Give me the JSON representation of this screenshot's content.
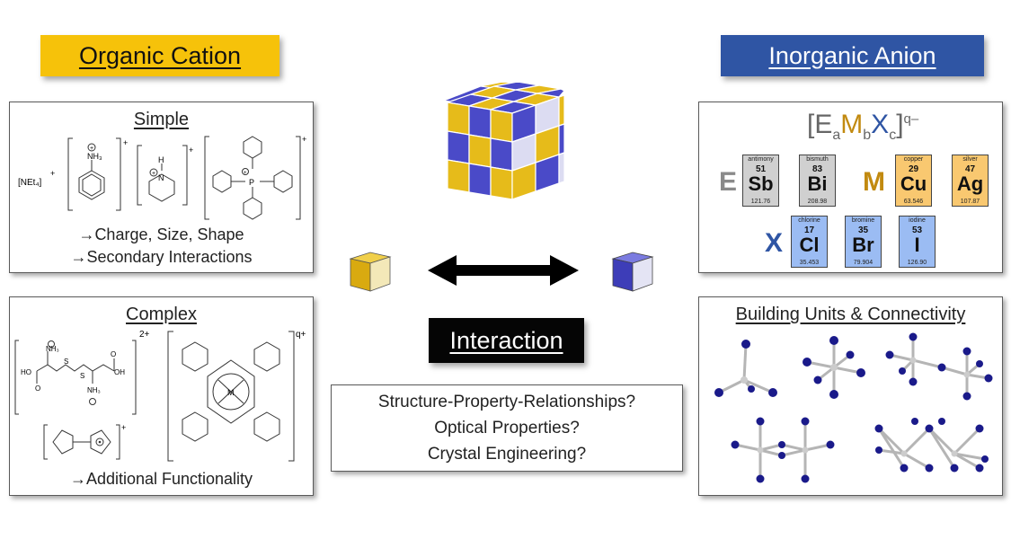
{
  "organic": {
    "title": "Organic Cation",
    "simple": {
      "heading": "Simple",
      "line1": "→Charge, Size, Shape",
      "line2": "→Secondary Interactions",
      "net4_label": "[NEt₄]",
      "nh3_label": "NH₃",
      "h_label": "H",
      "n_label": "N",
      "p_label": "P"
    },
    "complex": {
      "heading": "Complex",
      "charge_cystine": "2+",
      "charge_pc": "q+",
      "line1": "→Additional Functionality"
    }
  },
  "inorganic": {
    "title": "Inorganic Anion",
    "formula": {
      "E": "E",
      "a": "a",
      "M": "M",
      "b": "b",
      "X": "X",
      "c": "c",
      "charge": "q–"
    },
    "labels": {
      "E": "E",
      "M": "M",
      "X": "X"
    },
    "elements": [
      {
        "name": "antimony",
        "number": "51",
        "symbol": "Sb",
        "mass": "121.76"
      },
      {
        "name": "bismuth",
        "number": "83",
        "symbol": "Bi",
        "mass": "208.98"
      },
      {
        "name": "copper",
        "number": "29",
        "symbol": "Cu",
        "mass": "63.546"
      },
      {
        "name": "silver",
        "number": "47",
        "symbol": "Ag",
        "mass": "107.87"
      },
      {
        "name": "chlorine",
        "number": "17",
        "symbol": "Cl",
        "mass": "35.453"
      },
      {
        "name": "bromine",
        "number": "35",
        "symbol": "Br",
        "mass": "79.904"
      },
      {
        "name": "iodine",
        "number": "53",
        "symbol": "I",
        "mass": "126.90"
      }
    ],
    "building": {
      "heading": "Building Units & Connectivity"
    }
  },
  "center": {
    "interaction": "Interaction",
    "questions": [
      "Structure-Property-Relationships?",
      "Optical Properties?",
      "Crystal Engineering?"
    ]
  },
  "colors": {
    "organic_yellow": "#f6c20a",
    "inorganic_blue": "#2f55a4",
    "cube_blue": "#4a4ac8",
    "cube_yellow": "#e6bb1a",
    "element_grey": "#d0d0d0",
    "element_orange": "#f9c870",
    "element_blue": "#9bbcf3"
  }
}
